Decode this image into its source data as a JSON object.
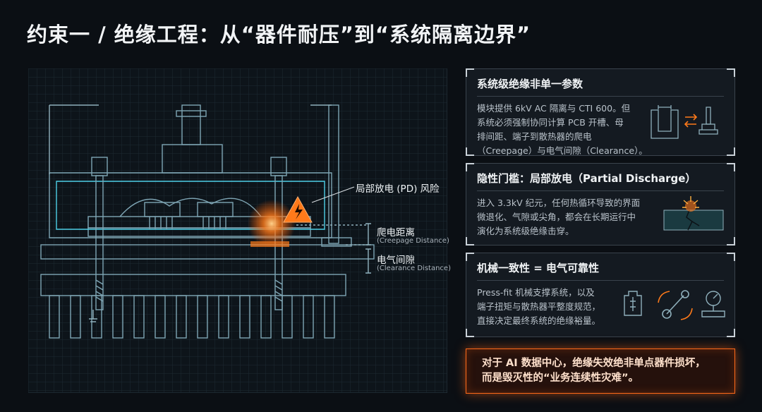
{
  "title": "约束一 / 绝缘工程：从“器件耐压”到“系统隔离边界”",
  "diagram": {
    "pd_label": "局部放电 (PD) 风险",
    "creepage_cn": "爬电距离",
    "creepage_en": "(Creepage Distance)",
    "clearance_cn": "电气间隙",
    "clearance_en": "(Clearance Distance)"
  },
  "cards": [
    {
      "title": "系统级绝缘非单一参数",
      "lines": [
        "模块提供 6kV AC 隔离与 CTI 600。但",
        "系统必须强制协同计算 PCB 开槽、母",
        "排间距、端子到散热器的爬电",
        "（Creepage）与电气间隙（Clearance）。"
      ],
      "icon": "creepage-clearance-icon"
    },
    {
      "title": "隐性门槛：局部放电（Partial Discharge）",
      "lines": [
        "进入 3.3kV 纪元，任何热循环导致的界面",
        "微退化、气隙或尖角，都会在长期运行中",
        "演化为系统级绝缘击穿。"
      ],
      "icon": "partial-discharge-crack-icon"
    },
    {
      "title": "机械一致性 = 电气可靠性",
      "lines": [
        "Press-fit 机械支撑系统，以及",
        "端子扭矩与散热器平整度规范，",
        "直接决定最终系统的绝缘裕量。"
      ],
      "icon": "press-fit-torque-flatness-icons"
    }
  ],
  "callout": {
    "line1": "对于 AI 数据中心，绝缘失效绝非单点器件损坏，",
    "line2": "而是毁灭性的“业务连续性灾难”。"
  },
  "colors": {
    "accent": "#ff6a1a",
    "line": "#7fa6b5",
    "bg": "#0b0f14"
  }
}
